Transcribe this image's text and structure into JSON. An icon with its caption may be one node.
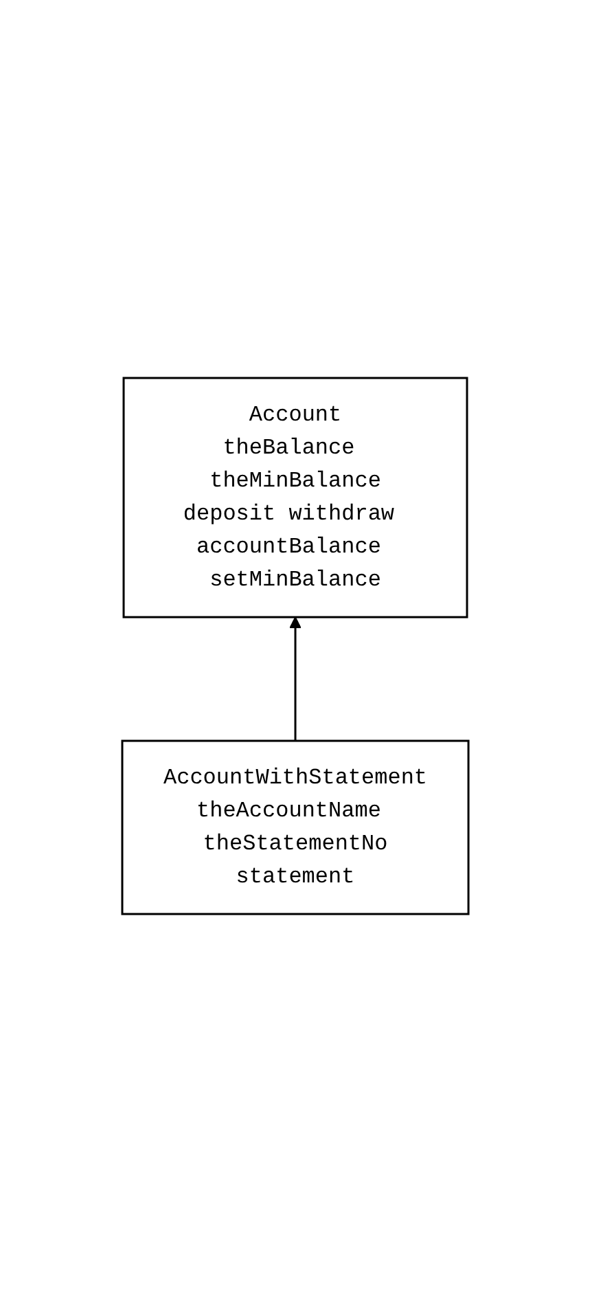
{
  "diagram": {
    "nodes": [
      {
        "text": [
          "Account",
          "theBalance theMinBalance",
          "deposit withdraw accountBalance setMinBalance"
        ]
      },
      {
        "text": [
          "AccountWithStatement",
          "theAccountName theStatementNo",
          "statement"
        ]
      }
    ],
    "edges": [
      {
        "from": 1,
        "to": 0,
        "arrow": "to"
      }
    ]
  }
}
